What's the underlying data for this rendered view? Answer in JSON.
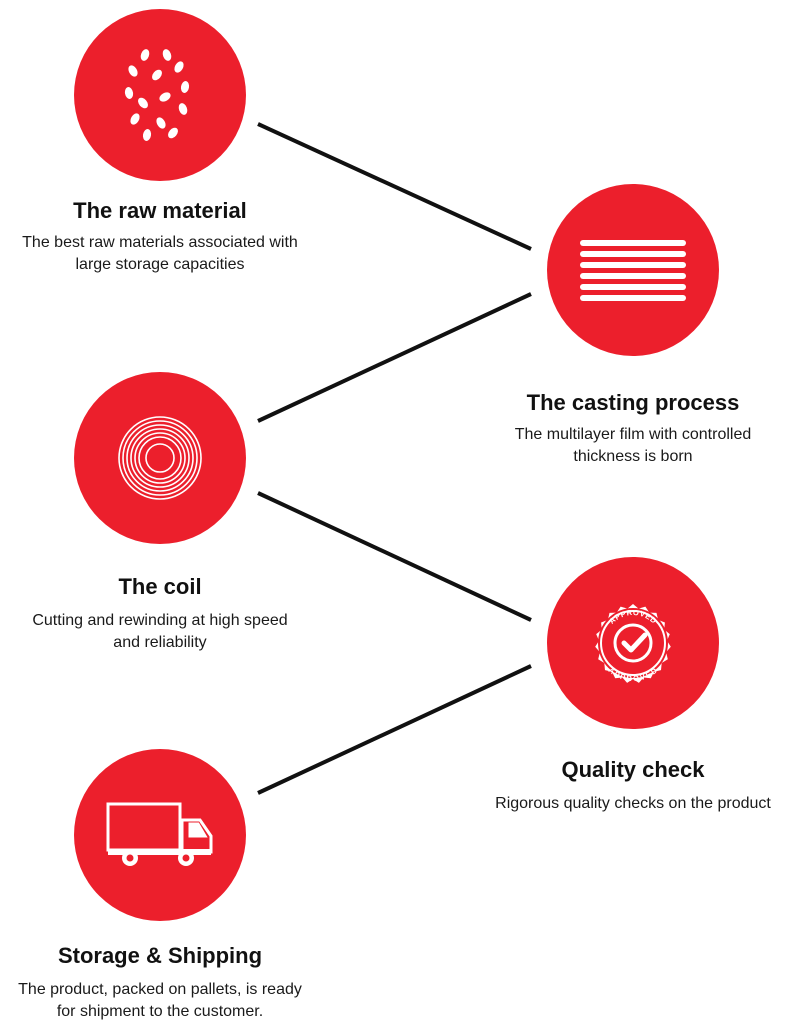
{
  "colors": {
    "accent": "#ec1f2c",
    "line": "#111111",
    "text": "#111111"
  },
  "steps": [
    {
      "id": "raw-material",
      "icon": "seeds-icon",
      "title": "The raw material",
      "description": "The best raw materials associated with\nlarge storage capacities"
    },
    {
      "id": "casting-process",
      "icon": "layers-icon",
      "title": "The casting process",
      "description": "The multilayer film with controlled\nthickness is born"
    },
    {
      "id": "coil",
      "icon": "coil-icon",
      "title": "The coil",
      "description": "Cutting and rewinding at high speed\nand reliability"
    },
    {
      "id": "quality-check",
      "icon": "approved-seal-icon",
      "title": "Quality check",
      "description": "Rigorous quality checks on the product",
      "seal_text_top": "APPROVED",
      "seal_text_bottom": "APPROVED"
    },
    {
      "id": "storage-shipping",
      "icon": "truck-icon",
      "title": "Storage & Shipping",
      "description": "The product, packed on pallets, is ready\nfor shipment to the customer."
    }
  ]
}
